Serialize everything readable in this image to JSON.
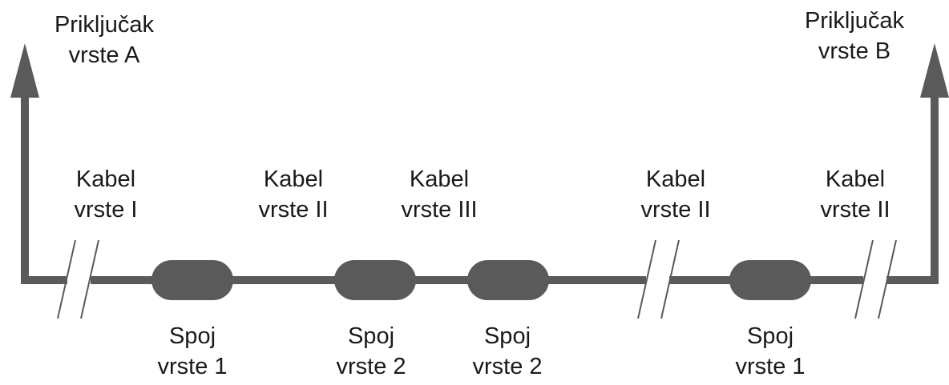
{
  "colors": {
    "line": "#5a5a5a",
    "background": "#ffffff",
    "text": "#1a1a1a"
  },
  "connectors": {
    "a": {
      "line1": "Priključak",
      "line2": "vrste A"
    },
    "b": {
      "line1": "Priključak",
      "line2": "vrste B"
    }
  },
  "cables": [
    {
      "line1": "Kabel",
      "line2": "vrste I"
    },
    {
      "line1": "Kabel",
      "line2": "vrste II"
    },
    {
      "line1": "Kabel",
      "line2": "vrste III"
    },
    {
      "line1": "Kabel",
      "line2": "vrste II"
    },
    {
      "line1": "Kabel",
      "line2": "vrste II"
    }
  ],
  "joints": [
    {
      "line1": "Spoj",
      "line2": "vrste 1"
    },
    {
      "line1": "Spoj",
      "line2": "vrste 2"
    },
    {
      "line1": "Spoj",
      "line2": "vrste 2"
    },
    {
      "line1": "Spoj",
      "line2": "vrste 1"
    }
  ]
}
